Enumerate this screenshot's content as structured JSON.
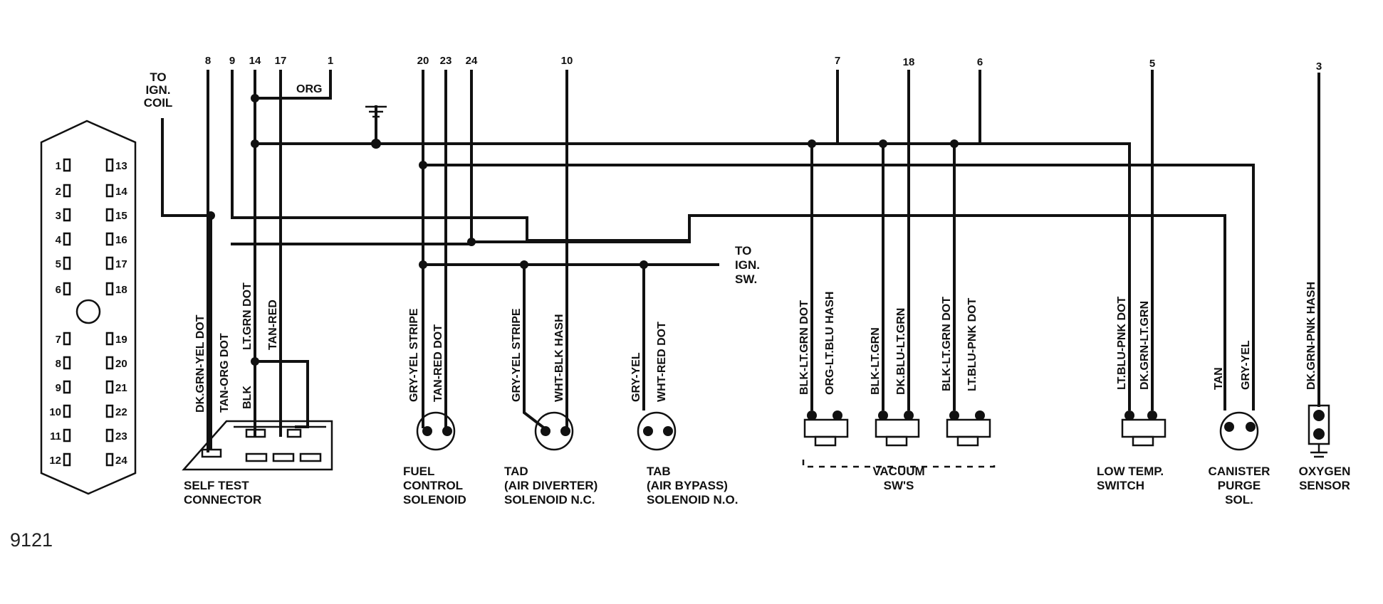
{
  "figure_number": "9121",
  "pin_numbers": [
    "8",
    "9",
    "14",
    "17",
    "1",
    "20",
    "23",
    "24",
    "10",
    "7",
    "18",
    "6",
    "5",
    "3"
  ],
  "connector_pins_left": [
    "1",
    "2",
    "3",
    "4",
    "5",
    "6",
    "7",
    "8",
    "9",
    "10",
    "11",
    "12"
  ],
  "connector_pins_right": [
    "13",
    "14",
    "15",
    "16",
    "17",
    "18",
    "19",
    "20",
    "21",
    "22",
    "23",
    "24"
  ],
  "top_labels": {
    "org": "ORG",
    "to_ign_coil": [
      "TO",
      "IGN.",
      "COIL"
    ],
    "to_ign_sw": [
      "TO",
      "IGN.",
      "SW."
    ]
  },
  "wire_labels": {
    "self_test": [
      "DK.GRN-YEL DOT",
      "TAN-ORG DOT",
      "LT.GRN DOT",
      "TAN-RED",
      "BLK"
    ],
    "fuel": [
      "GRY-YEL STRIPE",
      "TAN-RED DOT"
    ],
    "tad": [
      "GRY-YEL STRIPE",
      "WHT-BLK HASH"
    ],
    "tab": [
      "GRY-YEL",
      "WHT-RED DOT"
    ],
    "vac1": [
      "BLK-LT.GRN DOT",
      "ORG-LT.BLU HASH"
    ],
    "vac2": [
      "BLK-LT.GRN",
      "DK.BLU-LT.GRN"
    ],
    "vac3": [
      "BLK-LT.GRN DOT",
      "LT.BLU-PNK DOT"
    ],
    "low_temp": [
      "LT.BLU-PNK DOT",
      "DK.GRN-LT.GRN"
    ],
    "canister": [
      "TAN",
      "GRY-YEL"
    ],
    "oxygen": [
      "DK.GRN-PNK HASH"
    ]
  },
  "component_labels": {
    "self_test": [
      "SELF TEST",
      "CONNECTOR"
    ],
    "fuel": [
      "FUEL",
      "CONTROL",
      "SOLENOID"
    ],
    "tad": [
      "TAD",
      "(AIR DIVERTER)",
      "SOLENOID N.C."
    ],
    "tab": [
      "TAB",
      "(AIR BYPASS)",
      "SOLENOID N.O."
    ],
    "vacuum": [
      "VACUUM",
      "SW'S"
    ],
    "low_temp": [
      "LOW TEMP.",
      "SWITCH"
    ],
    "canister": [
      "CANISTER",
      "PURGE",
      "SOL."
    ],
    "oxygen": [
      "OXYGEN",
      "SENSOR"
    ]
  }
}
